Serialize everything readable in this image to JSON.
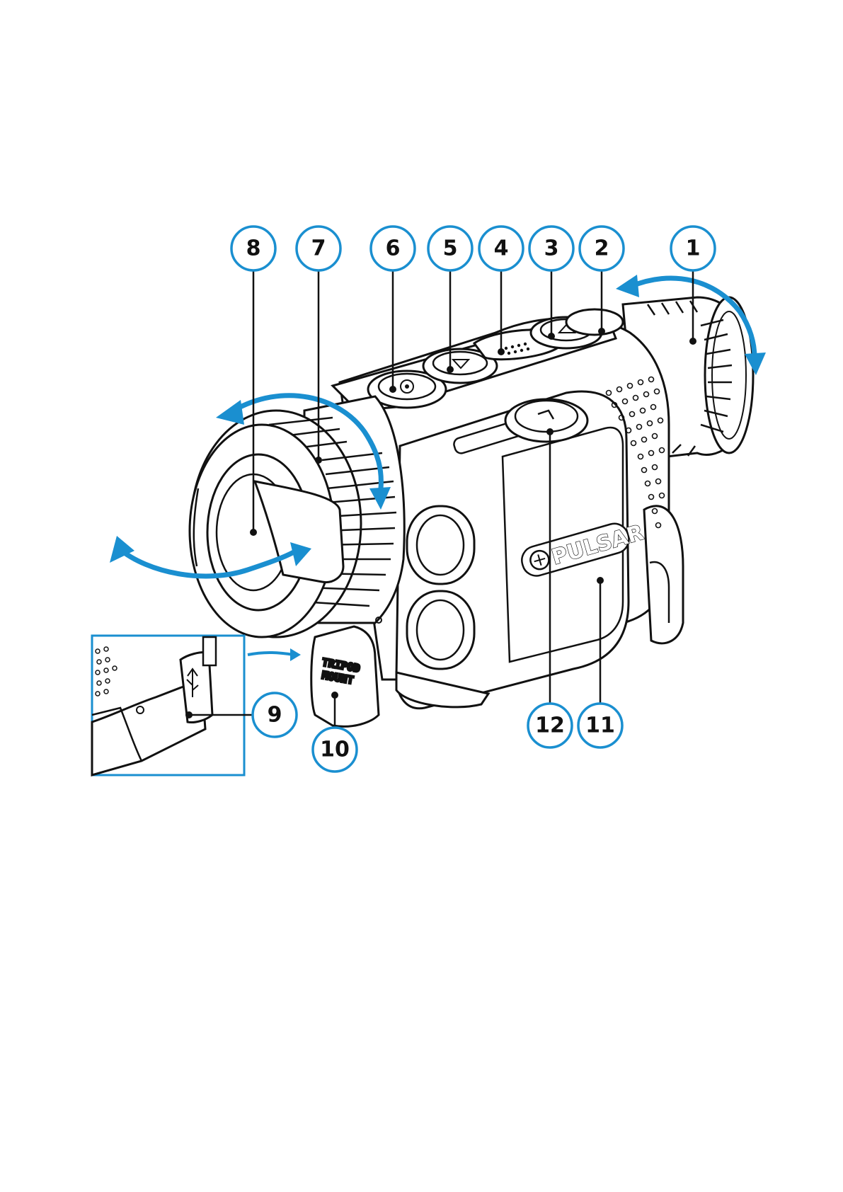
{
  "brand_logo_text": "PULSAR",
  "tripod_cover_text": [
    "TRIPOD",
    "MOUNT"
  ],
  "callouts": [
    "1",
    "2",
    "3",
    "4",
    "5",
    "6",
    "7",
    "8",
    "9",
    "10",
    "11",
    "12"
  ],
  "colors": {
    "accent": "#1a8fd0",
    "line": "#111111",
    "background": "#ffffff"
  },
  "icons": [
    "usb-icon",
    "power-icon",
    "record-icon",
    "arrow-icon"
  ]
}
